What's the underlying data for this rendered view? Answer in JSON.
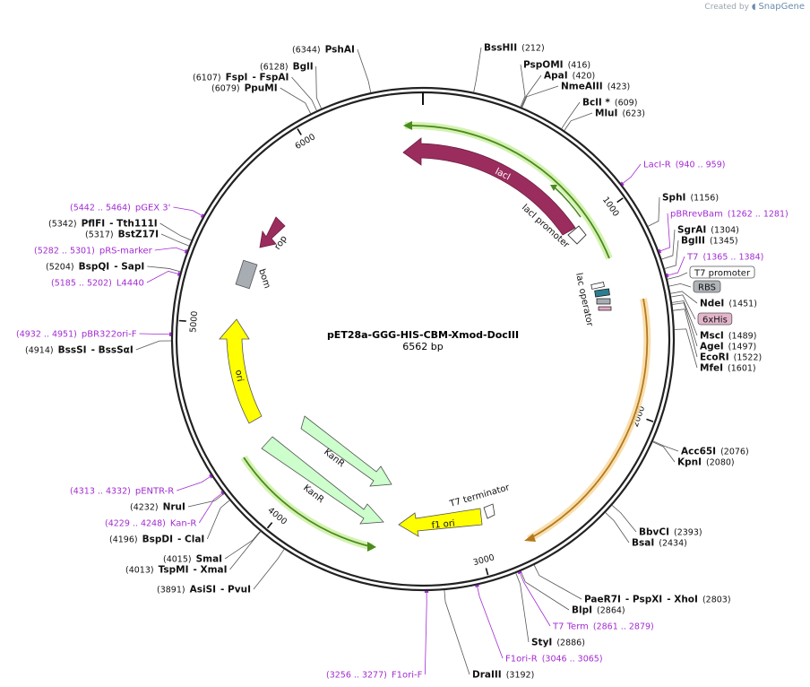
{
  "credit": {
    "created_by": "Created by",
    "brand": "SnapGene"
  },
  "map": {
    "name": "pET28a-GGG-HIS-CBM-Xmod-DocIII",
    "length_label": "6562 bp",
    "total_bp": 6562
  },
  "ticks": [
    {
      "bp": 1000,
      "label": "1000"
    },
    {
      "bp": 2000,
      "label": "2000"
    },
    {
      "bp": 3000,
      "label": "3000"
    },
    {
      "bp": 4000,
      "label": "4000"
    },
    {
      "bp": 5000,
      "label": "5000"
    },
    {
      "bp": 6000,
      "label": "6000"
    }
  ],
  "labels": [
    {
      "id": "psha1",
      "bp": 6344,
      "parts": [
        [
          "pos",
          "(6344)"
        ],
        [
          "enz",
          "PshAI"
        ]
      ]
    },
    {
      "id": "bgl1",
      "bp": 6128,
      "parts": [
        [
          "pos",
          "(6128)"
        ],
        [
          "enz",
          "BglI"
        ]
      ]
    },
    {
      "id": "fsp1",
      "bp": 6107,
      "parts": [
        [
          "pos",
          "(6107)"
        ],
        [
          "enz",
          "FspI"
        ],
        [
          "enz",
          "- FspAI"
        ]
      ]
    },
    {
      "id": "ppum1",
      "bp": 6079,
      "parts": [
        [
          "pos",
          "(6079)"
        ],
        [
          "enz",
          "PpuMI"
        ]
      ]
    },
    {
      "id": "bsshii",
      "bp": 212,
      "parts": [
        [
          "enz",
          "BssHII"
        ],
        [
          "pos",
          "(212)"
        ]
      ]
    },
    {
      "id": "pspomi",
      "bp": 416,
      "parts": [
        [
          "enz",
          "PspOMI"
        ],
        [
          "pos",
          "(416)"
        ]
      ]
    },
    {
      "id": "apai",
      "bp": 420,
      "parts": [
        [
          "enz",
          "ApaI"
        ],
        [
          "pos",
          "(420)"
        ]
      ]
    },
    {
      "id": "nmeaiii",
      "bp": 423,
      "parts": [
        [
          "enz",
          "NmeAIII"
        ],
        [
          "pos",
          "(423)"
        ]
      ]
    },
    {
      "id": "bcli",
      "bp": 609,
      "parts": [
        [
          "enz",
          "BclI *"
        ],
        [
          "pos",
          "(609)"
        ]
      ]
    },
    {
      "id": "mlui",
      "bp": 623,
      "parts": [
        [
          "enz",
          "MluI"
        ],
        [
          "pos",
          "(623)"
        ]
      ]
    },
    {
      "id": "laci-r",
      "bp": 950,
      "parts": [
        [
          "primer",
          "LacI-R"
        ],
        [
          "primer-pos",
          "(940 .. 959)"
        ]
      ]
    },
    {
      "id": "sphi",
      "bp": 1156,
      "parts": [
        [
          "enz",
          "SphI"
        ],
        [
          "pos",
          "(1156)"
        ]
      ]
    },
    {
      "id": "pbrrevbam",
      "bp": 1270,
      "parts": [
        [
          "primer",
          "pBRrevBam"
        ],
        [
          "primer-pos",
          "(1262 .. 1281)"
        ]
      ]
    },
    {
      "id": "sgrai",
      "bp": 1304,
      "parts": [
        [
          "enz",
          "SgrAI"
        ],
        [
          "pos",
          "(1304)"
        ]
      ]
    },
    {
      "id": "bglii",
      "bp": 1345,
      "parts": [
        [
          "enz",
          "BglII"
        ],
        [
          "pos",
          "(1345)"
        ]
      ]
    },
    {
      "id": "t7",
      "bp": 1375,
      "parts": [
        [
          "primer",
          "T7"
        ],
        [
          "primer-pos",
          "(1365 .. 1384)"
        ]
      ]
    },
    {
      "id": "t7promoter",
      "bp": 1390,
      "parts": [
        [
          "box-white",
          "T7 promoter"
        ]
      ]
    },
    {
      "id": "rbs",
      "bp": 1420,
      "parts": [
        [
          "box-gray",
          "RBS"
        ]
      ]
    },
    {
      "id": "ndei",
      "bp": 1451,
      "parts": [
        [
          "enz",
          "NdeI"
        ],
        [
          "pos",
          "(1451)"
        ]
      ]
    },
    {
      "id": "6xhis",
      "bp": 1465,
      "parts": [
        [
          "box-pink",
          "6xHis"
        ]
      ]
    },
    {
      "id": "msci",
      "bp": 1489,
      "parts": [
        [
          "enz",
          "MscI"
        ],
        [
          "pos",
          "(1489)"
        ]
      ]
    },
    {
      "id": "agei",
      "bp": 1497,
      "parts": [
        [
          "enz",
          "AgeI"
        ],
        [
          "pos",
          "(1497)"
        ]
      ]
    },
    {
      "id": "ecori",
      "bp": 1522,
      "parts": [
        [
          "enz",
          "EcoRI"
        ],
        [
          "pos",
          "(1522)"
        ]
      ]
    },
    {
      "id": "mfei",
      "bp": 1601,
      "parts": [
        [
          "enz",
          "MfeI"
        ],
        [
          "pos",
          "(1601)"
        ]
      ]
    },
    {
      "id": "acc65i",
      "bp": 2076,
      "parts": [
        [
          "enz",
          "Acc65I"
        ],
        [
          "pos",
          "(2076)"
        ]
      ]
    },
    {
      "id": "kpni",
      "bp": 2080,
      "parts": [
        [
          "enz",
          "KpnI"
        ],
        [
          "pos",
          "(2080)"
        ]
      ]
    },
    {
      "id": "bbvci",
      "bp": 2393,
      "parts": [
        [
          "enz",
          "BbvCI"
        ],
        [
          "pos",
          "(2393)"
        ]
      ]
    },
    {
      "id": "bsai",
      "bp": 2434,
      "parts": [
        [
          "enz",
          "BsaI"
        ],
        [
          "pos",
          "(2434)"
        ]
      ]
    },
    {
      "id": "paer7i",
      "bp": 2803,
      "parts": [
        [
          "enz",
          "PaeR7I"
        ],
        [
          "enz",
          "- PspXI"
        ],
        [
          "enz",
          "- XhoI"
        ],
        [
          "pos",
          "(2803)"
        ]
      ]
    },
    {
      "id": "blpi",
      "bp": 2864,
      "parts": [
        [
          "enz",
          "BlpI"
        ],
        [
          "pos",
          "(2864)"
        ]
      ]
    },
    {
      "id": "t7term",
      "bp": 2870,
      "parts": [
        [
          "primer",
          "T7 Term"
        ],
        [
          "primer-pos",
          "(2861 .. 2879)"
        ]
      ]
    },
    {
      "id": "styi",
      "bp": 2886,
      "parts": [
        [
          "enz",
          "StyI"
        ],
        [
          "pos",
          "(2886)"
        ]
      ]
    },
    {
      "id": "f1ori-r",
      "bp": 3055,
      "parts": [
        [
          "primer",
          "F1ori-R"
        ],
        [
          "primer-pos",
          "(3046 .. 3065)"
        ]
      ]
    },
    {
      "id": "draiii",
      "bp": 3192,
      "parts": [
        [
          "enz",
          "DraIII"
        ],
        [
          "pos",
          "(3192)"
        ]
      ]
    },
    {
      "id": "f1ori-f",
      "bp": 3266,
      "parts": [
        [
          "primer-pos",
          "(3256 .. 3277)"
        ],
        [
          "primer",
          "F1ori-F"
        ]
      ]
    },
    {
      "id": "asisi",
      "bp": 3891,
      "parts": [
        [
          "pos",
          "(3891)"
        ],
        [
          "enz",
          "AsiSI"
        ],
        [
          "enz",
          "- PvuI"
        ]
      ]
    },
    {
      "id": "tspmi",
      "bp": 4013,
      "parts": [
        [
          "pos",
          "(4013)"
        ],
        [
          "enz",
          "TspMI"
        ],
        [
          "enz",
          "- XmaI"
        ]
      ]
    },
    {
      "id": "smai",
      "bp": 4015,
      "parts": [
        [
          "pos",
          "(4015)"
        ],
        [
          "enz",
          "SmaI"
        ]
      ]
    },
    {
      "id": "bspdi",
      "bp": 4196,
      "parts": [
        [
          "pos",
          "(4196)"
        ],
        [
          "enz",
          "BspDI"
        ],
        [
          "enz",
          "- ClaI"
        ]
      ]
    },
    {
      "id": "kan-r",
      "bp": 4238,
      "parts": [
        [
          "primer-pos",
          "(4229 .. 4248)"
        ],
        [
          "primer",
          "Kan-R"
        ]
      ]
    },
    {
      "id": "nrui",
      "bp": 4232,
      "parts": [
        [
          "pos",
          "(4232)"
        ],
        [
          "enz",
          "NruI"
        ]
      ]
    },
    {
      "id": "pentr-r",
      "bp": 4322,
      "parts": [
        [
          "primer-pos",
          "(4313 .. 4332)"
        ],
        [
          "primer",
          "pENTR-R"
        ]
      ]
    },
    {
      "id": "bsssi",
      "bp": 4914,
      "parts": [
        [
          "pos",
          "(4914)"
        ],
        [
          "enz",
          "BssSI"
        ],
        [
          "enz",
          "- BssSαI"
        ]
      ]
    },
    {
      "id": "pbr322ori-f",
      "bp": 4941,
      "parts": [
        [
          "primer-pos",
          "(4932 .. 4951)"
        ],
        [
          "primer",
          "pBR322ori-F"
        ]
      ]
    },
    {
      "id": "l4440",
      "bp": 5193,
      "parts": [
        [
          "primer-pos",
          "(5185 .. 5202)"
        ],
        [
          "primer",
          "L4440"
        ]
      ]
    },
    {
      "id": "bspqi",
      "bp": 5204,
      "parts": [
        [
          "pos",
          "(5204)"
        ],
        [
          "enz",
          "BspQI"
        ],
        [
          "enz",
          "- SapI"
        ]
      ]
    },
    {
      "id": "prs-marker",
      "bp": 5291,
      "parts": [
        [
          "primer-pos",
          "(5282 .. 5301)"
        ],
        [
          "primer",
          "pRS-marker"
        ]
      ]
    },
    {
      "id": "bstz17i",
      "bp": 5317,
      "parts": [
        [
          "pos",
          "(5317)"
        ],
        [
          "enz",
          "BstZ17I"
        ]
      ]
    },
    {
      "id": "pflfi",
      "bp": 5342,
      "parts": [
        [
          "pos",
          "(5342)"
        ],
        [
          "enz",
          "PflFI"
        ],
        [
          "enz",
          "- Tth111I"
        ]
      ]
    },
    {
      "id": "pgex3",
      "bp": 5453,
      "parts": [
        [
          "primer-pos",
          "(5442 .. 5464)"
        ],
        [
          "primer",
          "pGEX 3'"
        ]
      ]
    }
  ],
  "features": [
    {
      "id": "laci",
      "label": "lacI"
    },
    {
      "id": "laci-promoter",
      "label": "lacI promoter"
    },
    {
      "id": "lac-operator",
      "label": "lac operator"
    },
    {
      "id": "rop",
      "label": "rop"
    },
    {
      "id": "bom",
      "label": "bom"
    },
    {
      "id": "ori",
      "label": "ori"
    },
    {
      "id": "kanr1",
      "label": "KanR"
    },
    {
      "id": "kanr2",
      "label": "KanR"
    },
    {
      "id": "f1ori",
      "label": "f1 ori"
    },
    {
      "id": "t7terminator",
      "label": "T7 terminator"
    }
  ],
  "colors": {
    "backbone": "#222222",
    "laci": "#9b2d5e",
    "ori": "#ffff00",
    "kanr": "#ccffcc",
    "bom": "#a8adb4",
    "primer": "#a32bd3",
    "orf_green": "#4a8a1e",
    "orf_orange": "#b5781e",
    "operator": "#2c7d8f",
    "his": "#e3a8c6"
  }
}
